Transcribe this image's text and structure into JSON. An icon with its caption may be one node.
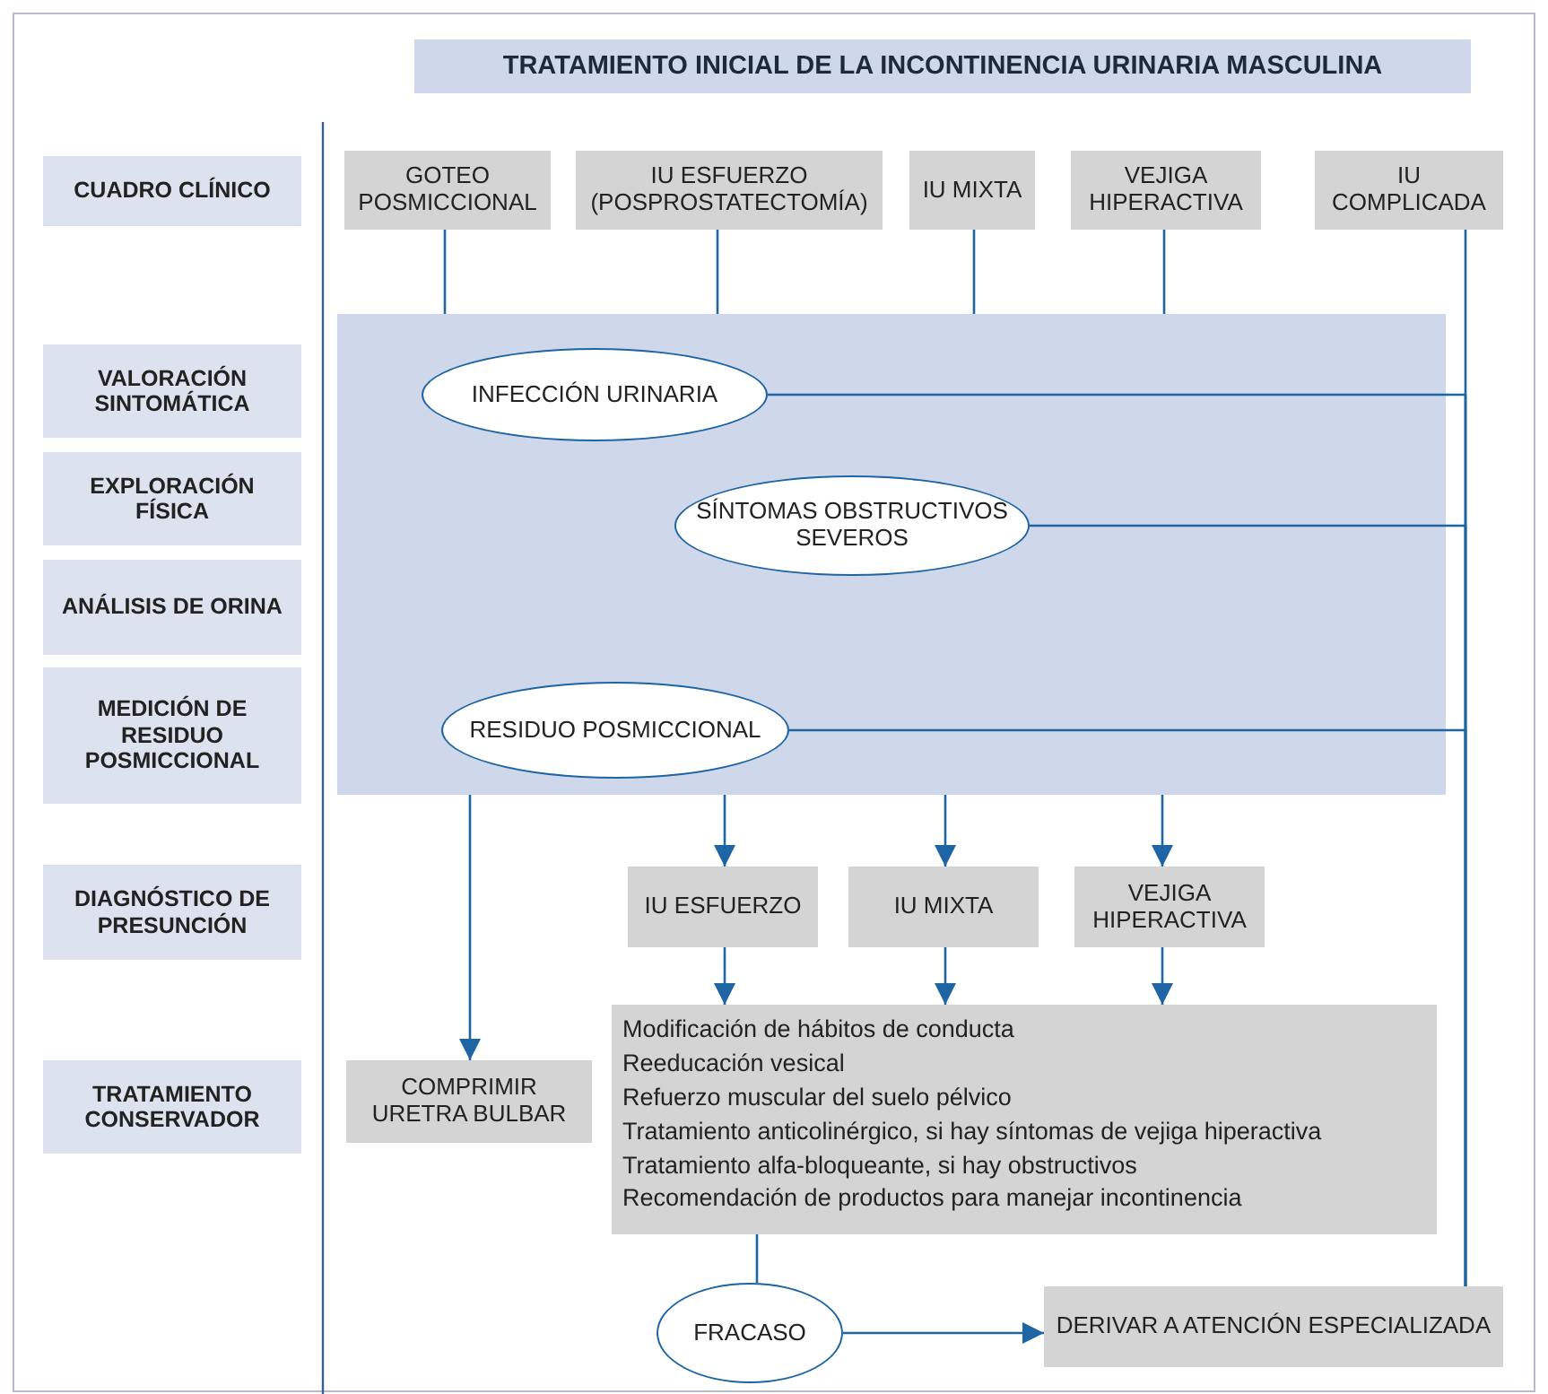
{
  "diagram": {
    "title": "TRATAMIENTO INICIAL DE LA INCONTINENCIA URINARIA MASCULINA",
    "nodes": [
      {
        "text": [
          "CUADRO CLÍNICO"
        ]
      },
      {
        "text": [
          "VALORACIÓN SINTOMÁTICA"
        ]
      },
      {
        "text": [
          "EXPLORACIÓN FÍSICA"
        ]
      },
      {
        "text": [
          "ANÁLISIS DE ORINA"
        ]
      },
      {
        "text": [
          "MEDICIÓN DE RESIDUO POSMICCIONAL"
        ]
      },
      {
        "text": [
          "DIAGNÓSTICO DE PRESUNCIÓN"
        ]
      },
      {
        "text": [
          "TRATAMIENTO CONSERVADOR"
        ]
      },
      {
        "text": [
          "GOTEO POSMICCIONAL"
        ]
      },
      {
        "text": [
          "IU ESFUERZO (POSPROSTATECTOMÍA)"
        ]
      },
      {
        "text": [
          "IU MIXTA"
        ]
      },
      {
        "text": [
          "VEJIGA HIPERACTIVA"
        ]
      },
      {
        "text": [
          "IU COMPLICADA"
        ]
      },
      {
        "text": [],
        "shape": "box"
      },
      {
        "text": [
          "INFECCIÓN URINARIA"
        ],
        "in": 12
      },
      {
        "text": [
          "SÍNTOMAS OBSTRUCTIVOS SEVEROS"
        ],
        "in": 12
      },
      {
        "text": [
          "RESIDUO POSMICCIONAL"
        ],
        "in": 12
      },
      {
        "text": [
          "IU ESFUERZO"
        ]
      },
      {
        "text": [
          "IU MIXTA"
        ]
      },
      {
        "text": [
          "VEJIGA HIPERACTIVA"
        ]
      },
      {
        "text": [
          "Modificación de hábitos de conducta",
          "Reeducación vesical",
          "Refuerzo muscular del suelo pélvico",
          "Tratamiento anticolinérgico, si hay síntomas de vejiga hiperactiva",
          "Tratamiento alfa-bloqueante, si hay obstructivos",
          "Recomendación de productos para manejar incontinencia"
        ]
      },
      {
        "text": [
          "COMPRIMIR URETRA BULBAR"
        ]
      },
      {
        "text": [
          "FRACASO"
        ]
      },
      {
        "text": [
          "DERIVAR A ATENCIÓN ESPECIALIZADA"
        ]
      }
    ],
    "edges": [
      {
        "from": 7,
        "to": 12,
        "arrow": "none"
      },
      {
        "from": 8,
        "to": 12,
        "arrow": "none"
      },
      {
        "from": 9,
        "to": 12,
        "arrow": "none"
      },
      {
        "from": 10,
        "to": 12,
        "arrow": "none"
      },
      {
        "from": 11,
        "to": 22,
        "arrow": "none"
      },
      {
        "from": 13,
        "to": 22,
        "arrow": "none"
      },
      {
        "from": 14,
        "to": 22,
        "arrow": "none"
      },
      {
        "from": 15,
        "to": 22,
        "arrow": "none"
      },
      {
        "from": 12,
        "to": 20,
        "arrow": "to"
      },
      {
        "from": 12,
        "to": 16,
        "arrow": "to"
      },
      {
        "from": 12,
        "to": 17,
        "arrow": "to"
      },
      {
        "from": 12,
        "to": 18,
        "arrow": "to"
      },
      {
        "from": 16,
        "to": 19,
        "arrow": "to"
      },
      {
        "from": 17,
        "to": 19,
        "arrow": "to"
      },
      {
        "from": 18,
        "to": 19,
        "arrow": "to"
      },
      {
        "from": 19,
        "to": 21,
        "arrow": "none"
      },
      {
        "from": 21,
        "to": 22,
        "arrow": "to"
      }
    ]
  }
}
